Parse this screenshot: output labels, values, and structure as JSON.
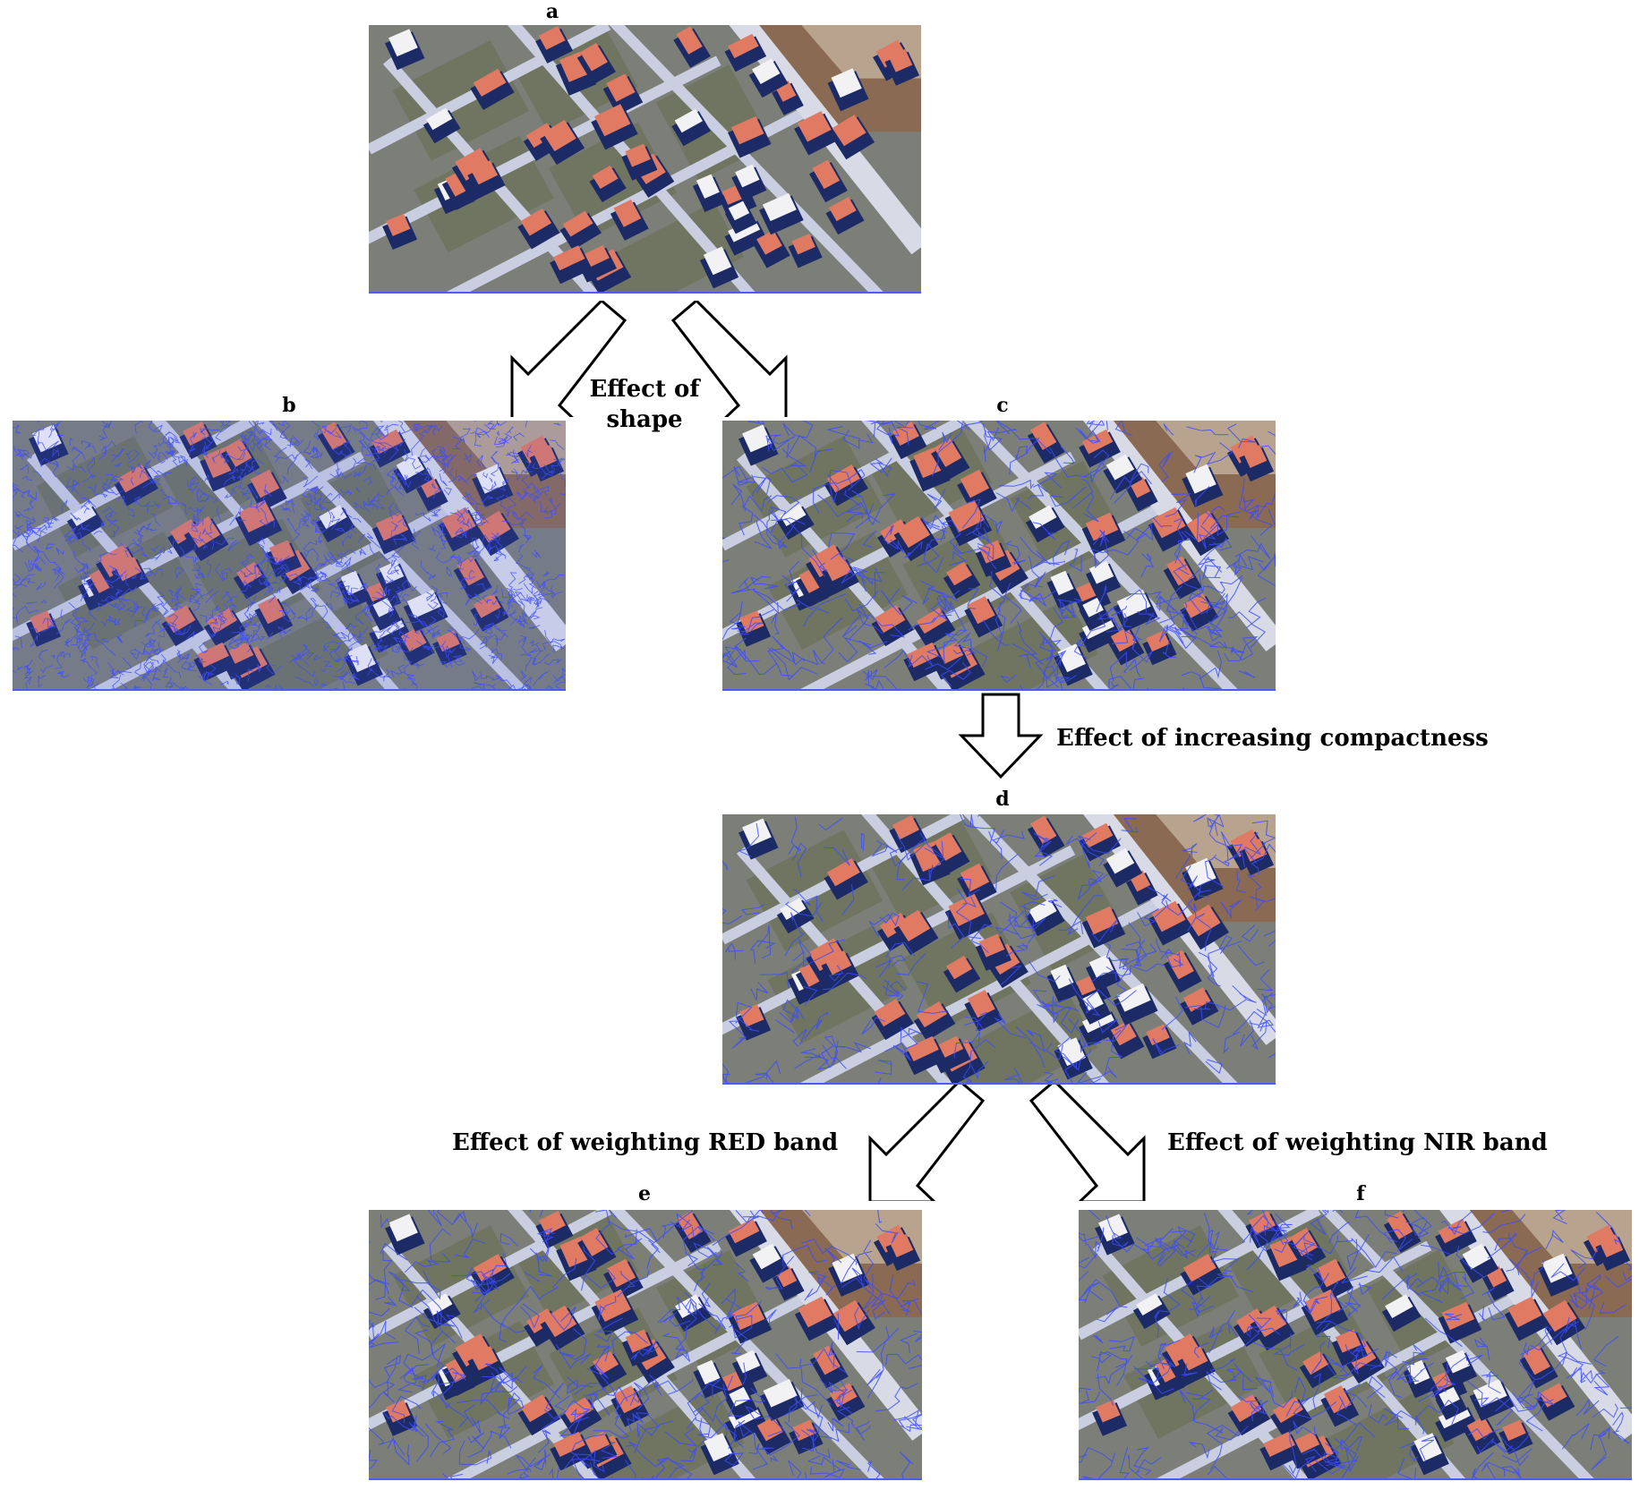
{
  "panels": [
    {
      "label": "a",
      "segmentation": "none"
    },
    {
      "label": "b",
      "segmentation": "fine"
    },
    {
      "label": "c",
      "segmentation": "medium"
    },
    {
      "label": "d",
      "segmentation": "compact"
    },
    {
      "label": "e",
      "segmentation": "red-weighted"
    },
    {
      "label": "f",
      "segmentation": "nir-weighted"
    }
  ],
  "captions": {
    "shape_line1": "Effect of",
    "shape_line2": "shape",
    "compactness": "Effect of increasing compactness",
    "red": "Effect of weighting RED band",
    "nir": "Effect of weighting NIR band"
  },
  "colors": {
    "segment_lines": "#3b4bff",
    "road": "#c9cfe0",
    "shadow": "#1c2a66",
    "roof": "#e07a63",
    "vegetation": "#6f7560",
    "field": "#8a6a52"
  }
}
